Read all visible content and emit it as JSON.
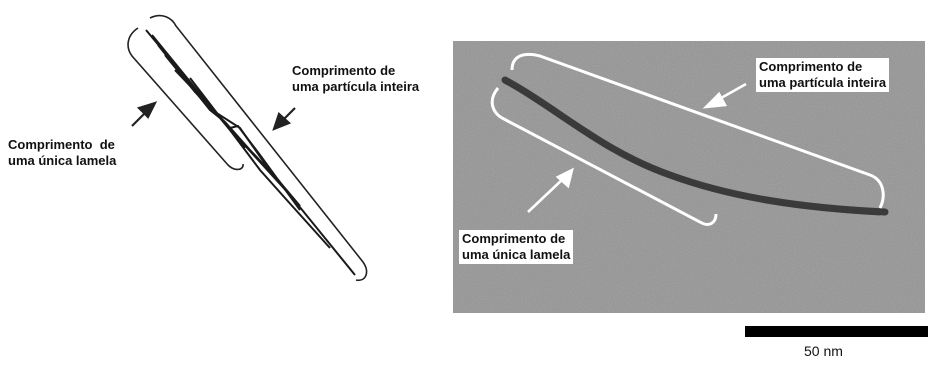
{
  "left_panel": {
    "particle_label": "Comprimento de\numa partícula inteira",
    "lamella_label": "Comprimento  de\numa única lamela"
  },
  "right_panel": {
    "particle_label": "Comprimento de\numa partícula inteira",
    "lamella_label": "Comprimento de\numa única lamela"
  },
  "scale_bar": {
    "label": "50 nm"
  }
}
